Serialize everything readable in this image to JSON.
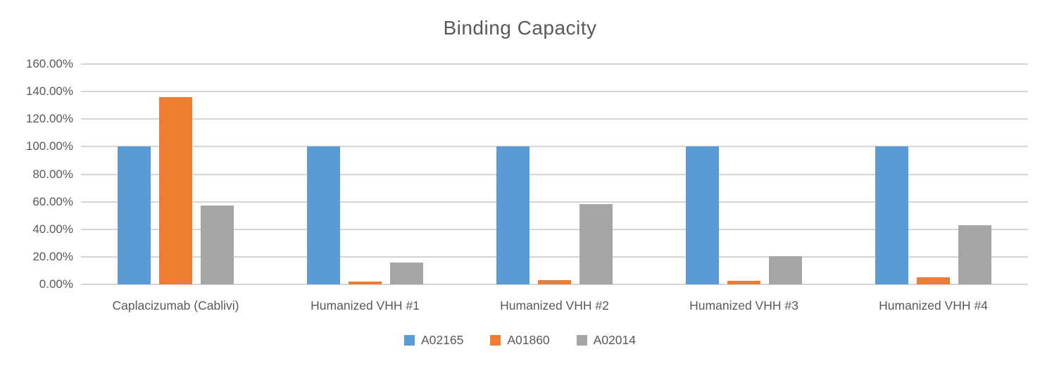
{
  "chart_data": {
    "type": "bar",
    "title": "Binding Capacity",
    "categories": [
      "Caplacizumab (Cablivi)",
      "Humanized VHH #1",
      "Humanized VHH #2",
      "Humanized VHH #3",
      "Humanized VHH #4"
    ],
    "series": [
      {
        "name": "A02165",
        "color": "#5B9BD5",
        "values": [
          100,
          100,
          100,
          100,
          100
        ]
      },
      {
        "name": "A01860",
        "color": "#ED7D31",
        "values": [
          136,
          2,
          3,
          2.5,
          5
        ]
      },
      {
        "name": "A02014",
        "color": "#A5A5A5",
        "values": [
          57,
          16,
          58.5,
          20.5,
          43
        ]
      }
    ],
    "y_ticks": [
      "160.00%",
      "140.00%",
      "120.00%",
      "100.00%",
      "80.00%",
      "60.00%",
      "40.00%",
      "20.00%",
      "0.00%"
    ],
    "ylim": [
      0,
      160
    ],
    "grid": true,
    "legend_position": "bottom",
    "colors": {
      "text": "#595959",
      "gridline": "#d6d6d6",
      "background": "#ffffff"
    }
  }
}
